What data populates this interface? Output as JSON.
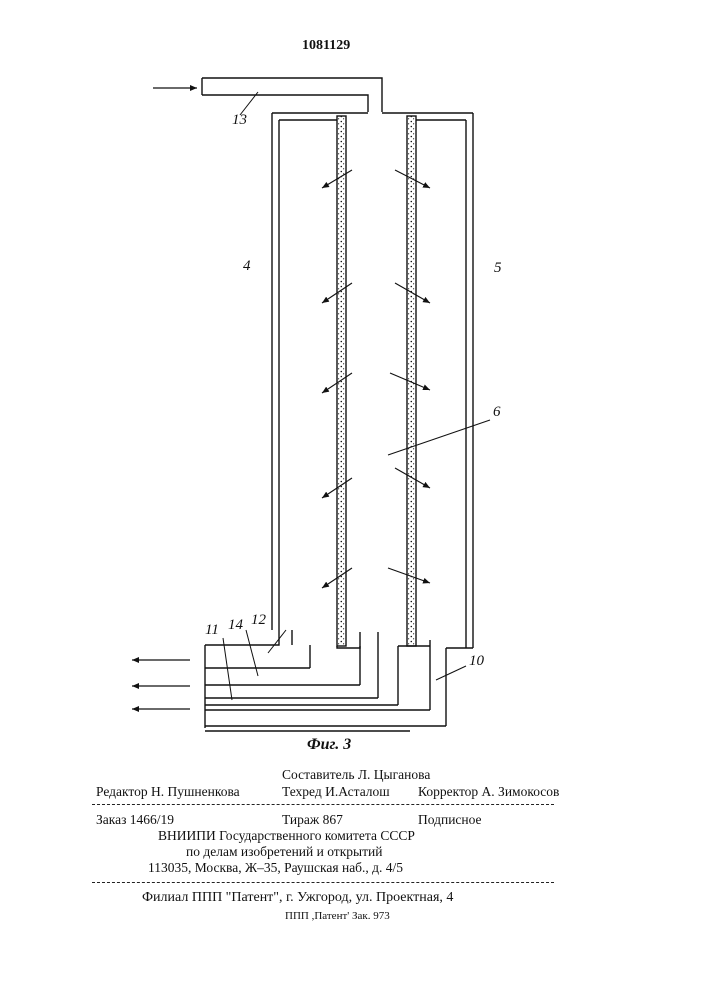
{
  "patent_number": "1081129",
  "figure": {
    "caption": "Фиг. 3",
    "labels": {
      "l13": "13",
      "l4": "4",
      "l5": "5",
      "l6": "6",
      "l10": "10",
      "l11": "11",
      "l14": "14",
      "l12": "12"
    },
    "colors": {
      "ink": "#111111"
    }
  },
  "imprint": {
    "compiler": "Составитель Л. Цыганова",
    "editor": "Редактор Н. Пушненкова",
    "techred": "Техред И.Асталош",
    "corrector": "Корректор А. Зимокосов",
    "order": "Заказ 1466/19",
    "circulation": "Тираж 867",
    "subscription": "Подписное",
    "org_line1": "ВНИИПИ Государственного комитета СССР",
    "org_line2": "по делам изобретений и открытий",
    "address": "113035, Москва, Ж–35, Раушская наб., д. 4/5",
    "branch": "Филиал ППП \"Патент\", г. Ужгород, ул. Проектная, 4",
    "print_order": "ППП ,Патент' Зак. 973"
  }
}
